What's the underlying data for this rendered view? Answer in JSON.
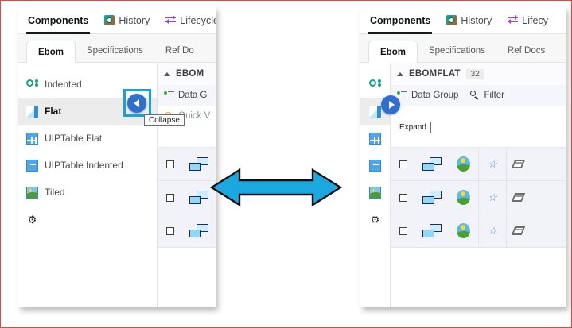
{
  "topnav": {
    "items": [
      {
        "label": "Components",
        "icon": "components-icon",
        "active": true
      },
      {
        "label": "History",
        "icon": "history-icon",
        "active": false
      },
      {
        "label": "Lifecycle",
        "icon": "lifecycle-icon",
        "active": false
      }
    ],
    "right_truncated_label": "Lifecy"
  },
  "subtabs": {
    "items": [
      {
        "label": "Ebom",
        "active": true
      },
      {
        "label": "Specifications",
        "active": false
      },
      {
        "label": "Ref Docs",
        "active": false
      }
    ],
    "left_truncated_last": "Ref Do"
  },
  "left_panel": {
    "sidebar": {
      "items": [
        {
          "label": "Indented",
          "icon": "indented-icon",
          "selected": false
        },
        {
          "label": "Flat",
          "icon": "flat-icon",
          "selected": true
        },
        {
          "label": "UIPTable Flat",
          "icon": "uiptable-flat-icon",
          "selected": false
        },
        {
          "label": "UIPTable Indented",
          "icon": "uiptable-indented-icon",
          "selected": false
        },
        {
          "label": "Tiled",
          "icon": "tiled-icon",
          "selected": false
        },
        {
          "label": "",
          "icon": "gear-icon",
          "selected": false
        }
      ]
    },
    "group": {
      "name": "EBOM",
      "badge": ""
    },
    "toolbar": [
      {
        "label": "Data G",
        "icon": "data-group-icon"
      },
      {
        "label": "Quick V",
        "icon": "quick-view-icon"
      }
    ],
    "button": {
      "label": "Collapse",
      "icon": "chevron-left-icon",
      "color": "#2f6fd0"
    },
    "rows": [
      {
        "checked": false,
        "part_icon": "part-icon"
      },
      {
        "checked": false,
        "part_icon": "part-icon"
      },
      {
        "checked": false,
        "part_icon": "part-icon"
      }
    ]
  },
  "right_panel": {
    "sidebar": {
      "items": [
        {
          "label": "",
          "icon": "indented-icon",
          "selected": false
        },
        {
          "label": "",
          "icon": "flat-icon",
          "selected": true
        },
        {
          "label": "",
          "icon": "uiptable-flat-icon",
          "selected": false
        },
        {
          "label": "",
          "icon": "uiptable-indented-icon",
          "selected": false
        },
        {
          "label": "",
          "icon": "tiled-icon",
          "selected": false
        },
        {
          "label": "",
          "icon": "gear-icon",
          "selected": false
        }
      ]
    },
    "group": {
      "name": "EBOMFLAT",
      "badge": "32"
    },
    "toolbar": [
      {
        "label": "Data Group",
        "icon": "data-group-icon"
      },
      {
        "label": "Filter",
        "icon": "magnifier-icon"
      }
    ],
    "button": {
      "label": "Expand",
      "icon": "chevron-right-icon",
      "color": "#2f6fd0"
    },
    "rows": [
      {
        "checked": false,
        "part_icon": "part-icon",
        "globe_icon": "globe-icon",
        "star_icon": "star-icon",
        "tag_icon": "tag-icon"
      },
      {
        "checked": false,
        "part_icon": "part-icon",
        "globe_icon": "globe-icon",
        "star_icon": "star-icon",
        "tag_icon": "tag-icon"
      },
      {
        "checked": false,
        "part_icon": "part-icon",
        "globe_icon": "globe-icon",
        "star_icon": "star-icon",
        "tag_icon": "tag-icon"
      }
    ]
  },
  "center": {
    "arrow_icon": "double-headed-arrow-icon",
    "arrow_color": "#1ba7e0",
    "arrow_outline": "#101010"
  },
  "frame": {
    "border_color": "#e04a3a"
  }
}
